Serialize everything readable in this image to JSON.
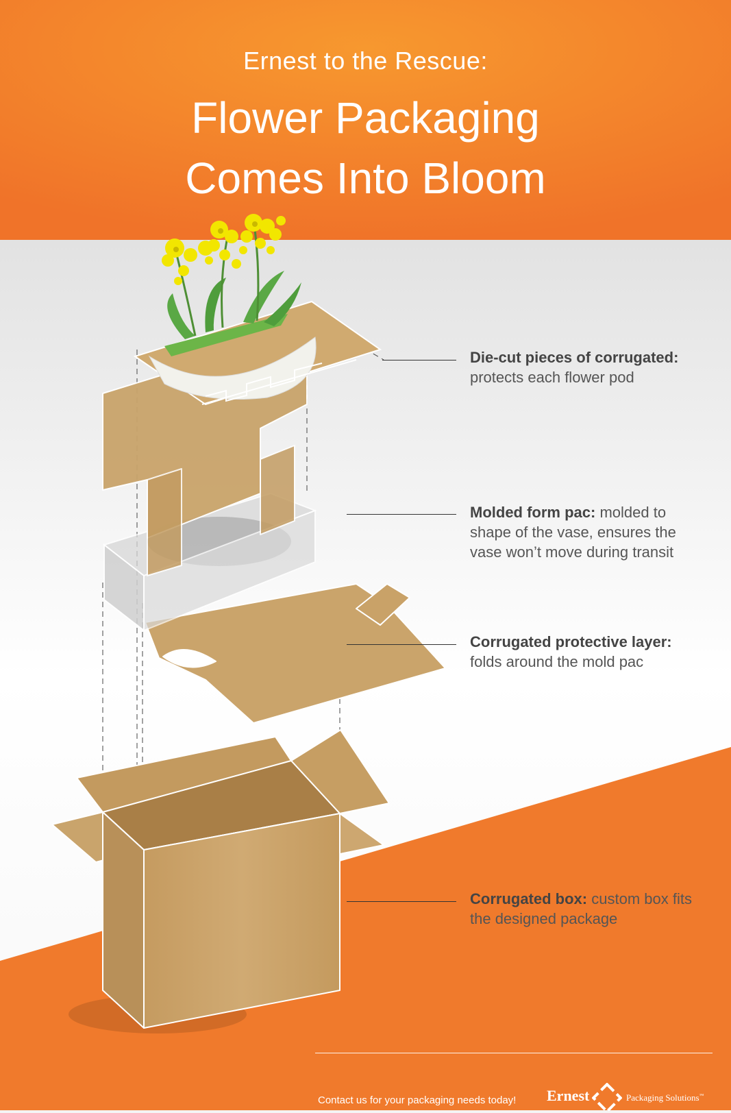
{
  "header": {
    "subtitle": "Ernest to the Rescue:",
    "title_line1": "Flower Packaging",
    "title_line2": "Comes Into Bloom"
  },
  "callouts": [
    {
      "bold": "Die-cut pieces of corrugated:",
      "text": " protects each flower pod"
    },
    {
      "bold": "Molded form pac:",
      "text": " molded to shape of the vase, ensures the vase won’t move during transit"
    },
    {
      "bold": "Corrugated protective layer:",
      "text": " folds around the mold pac"
    },
    {
      "bold": "Corrugated box:",
      "text": " custom box fits the designed package"
    }
  ],
  "footer": {
    "cta": "Contact us for your packaging needs today!",
    "logo_name": "Ernest",
    "logo_tagline": "Packaging Solutions",
    "logo_tm": "™"
  },
  "colors": {
    "orange": "#f07a2c",
    "orange_light": "#f7962f",
    "cardboard": "#c9a46c",
    "cardboard_dark": "#b38a52",
    "flower_yellow": "#f2e600",
    "leaf_green": "#5aa845",
    "mold_gray": "#c8c8c8"
  }
}
